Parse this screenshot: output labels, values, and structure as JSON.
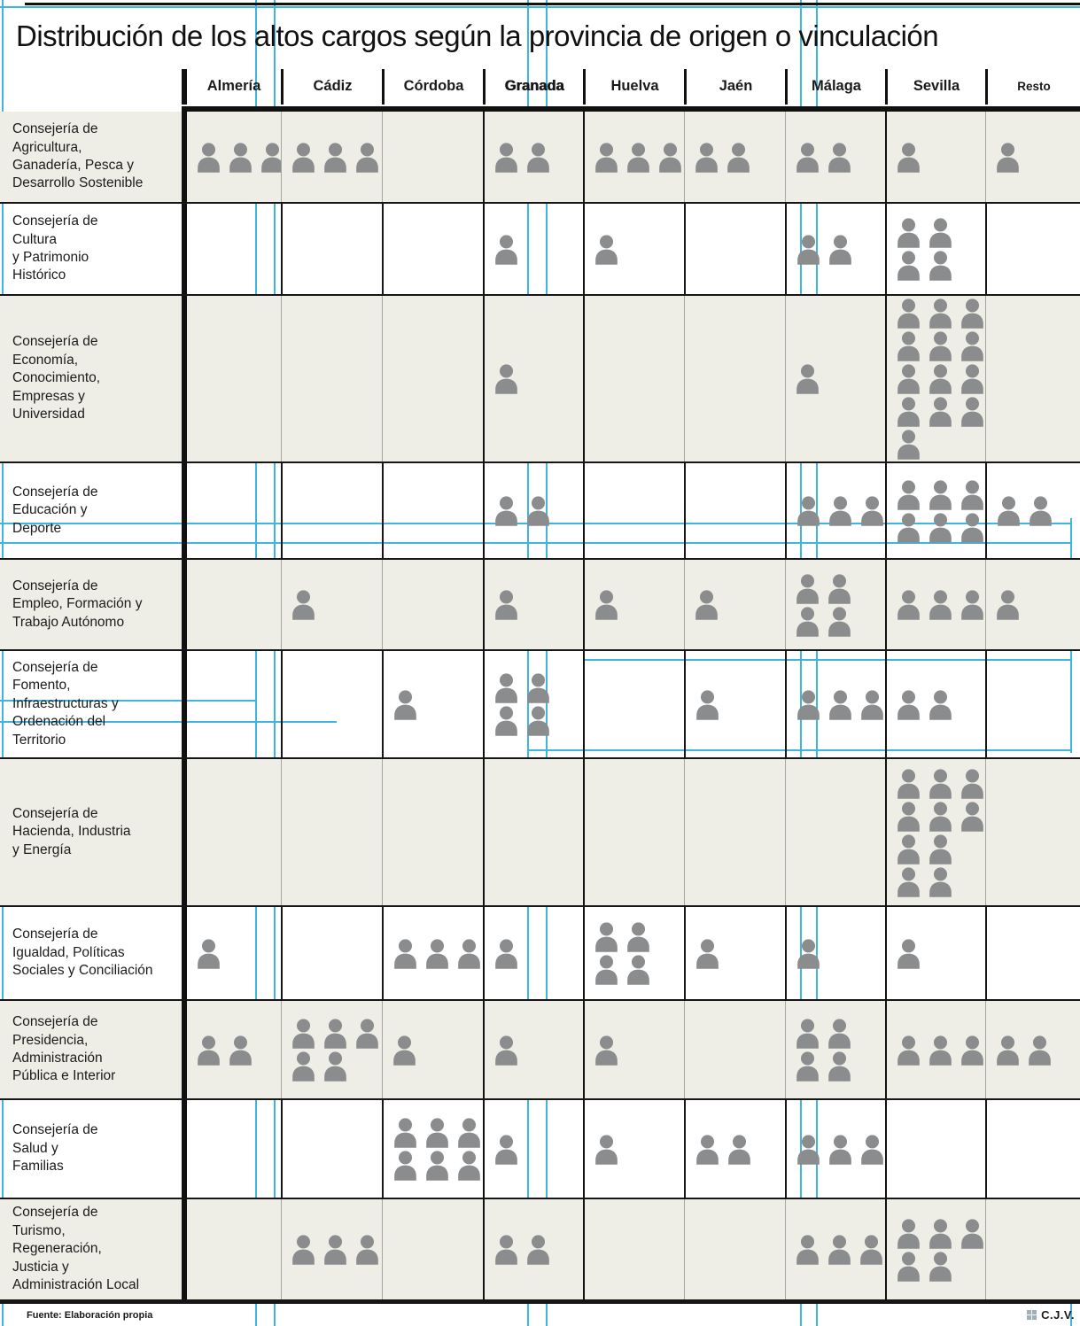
{
  "title": "Distribución de los altos cargos según la provincia de origen o vinculación",
  "source": "Fuente: Elaboración propia",
  "credit": "C.J.V.",
  "colors": {
    "accent_cyan": "#3FB6DE",
    "icon_gray": "#8A8C8E",
    "row_beige": "#EFEEE6",
    "line_black": "#111111",
    "divider_gray": "#A6A6A0",
    "credit_icon_gray": "#9FAFBC"
  },
  "icons": {
    "person": "person-silhouette (1 icono = 1 alto cargo)",
    "credit_grid": "grid-2x2"
  },
  "chart_data": {
    "type": "table",
    "subtype": "pictogram-matrix",
    "title": "Distribución de los altos cargos según la provincia de origen o vinculación",
    "unit": "1 icono de persona = 1 alto cargo",
    "legend": "none",
    "grid": "on",
    "columns": [
      "Almería",
      "Cádiz",
      "Córdoba",
      "Granada",
      "Huelva",
      "Jaén",
      "Málaga",
      "Sevilla",
      "Resto"
    ],
    "emphasized_column": "Granada",
    "rows": [
      {
        "label": "Consejería de\nAgricultura,\nGanadería, Pesca y\nDesarrollo Sostenible",
        "values": [
          3,
          3,
          0,
          2,
          3,
          2,
          2,
          1,
          1
        ]
      },
      {
        "label": "Consejería de\nCultura\ny Patrimonio\nHistórico",
        "values": [
          0,
          0,
          0,
          1,
          1,
          0,
          2,
          4,
          0
        ]
      },
      {
        "label": "Consejería de\nEconomía,\nConocimiento,\nEmpresas y\nUniversidad",
        "values": [
          0,
          0,
          0,
          1,
          0,
          0,
          1,
          13,
          0
        ]
      },
      {
        "label": "Consejería de\nEducación y\nDeporte",
        "values": [
          0,
          0,
          0,
          2,
          0,
          0,
          3,
          6,
          2
        ]
      },
      {
        "label": "Consejería de\nEmpleo, Formación y\nTrabajo Autónomo",
        "values": [
          0,
          1,
          0,
          1,
          1,
          1,
          4,
          3,
          1
        ]
      },
      {
        "label": "Consejería de\nFomento,\nInfraestructuras y\nOrdenación del\nTerritorio",
        "values": [
          0,
          0,
          1,
          4,
          0,
          1,
          3,
          2,
          0
        ]
      },
      {
        "label": "Consejería de\nHacienda, Industria\ny Energía",
        "values": [
          0,
          0,
          0,
          0,
          0,
          0,
          0,
          10,
          0
        ]
      },
      {
        "label": "Consejería de\nIgualdad, Políticas\nSociales y Conciliación",
        "values": [
          1,
          0,
          3,
          1,
          4,
          1,
          1,
          1,
          0
        ]
      },
      {
        "label": "Consejería de\nPresidencia,\nAdministración\nPública e Interior",
        "values": [
          2,
          5,
          1,
          1,
          1,
          0,
          4,
          3,
          2
        ]
      },
      {
        "label": "Consejería de\nSalud y\nFamilias",
        "values": [
          0,
          0,
          6,
          1,
          1,
          2,
          3,
          0,
          0
        ]
      },
      {
        "label": "Consejería de\nTurismo,\nRegeneración,\nJusticia y\nAdministración Local",
        "values": [
          0,
          3,
          0,
          2,
          0,
          0,
          3,
          5,
          0
        ]
      }
    ],
    "cell_line_wraps": {
      "1,7": [
        2,
        2
      ],
      "4,6": [
        2,
        2
      ],
      "5,3": [
        2,
        2
      ],
      "6,7": [
        3,
        3,
        2,
        2
      ],
      "7,4": [
        2,
        2
      ],
      "8,6": [
        2,
        2
      ]
    }
  }
}
